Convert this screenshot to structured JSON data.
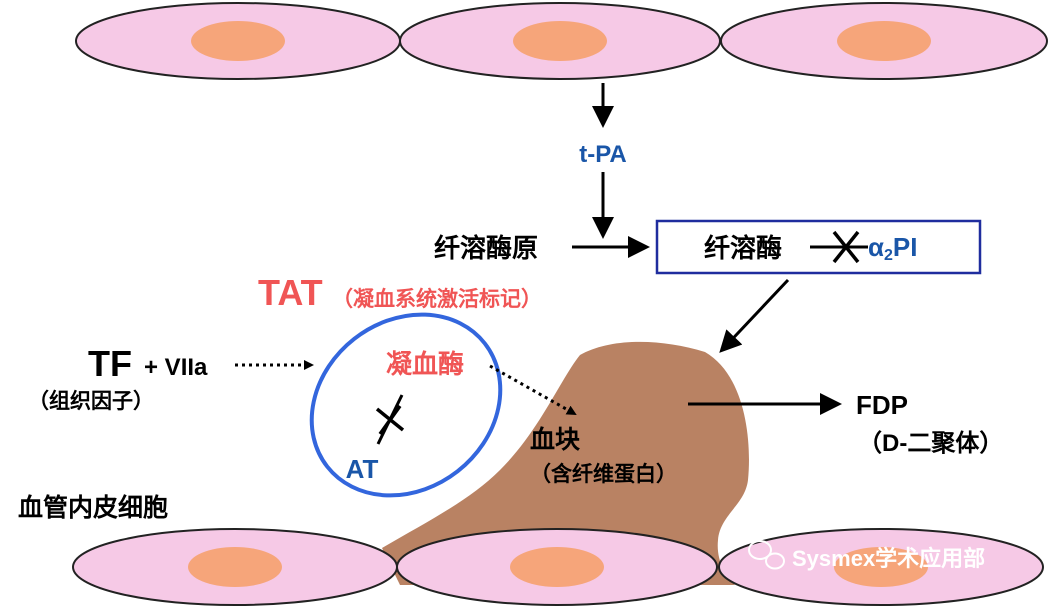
{
  "colors": {
    "cell_fill": "#f6c9e6",
    "cell_stroke": "#222222",
    "nucleus": "#f6a57a",
    "clot": "#b98263",
    "tpa_text": "#1a56a8",
    "red_text": "#f05555",
    "ellipse_stroke": "#3366dd",
    "box_stroke": "#1f2d9e",
    "watermark": "#ffffff"
  },
  "labels": {
    "tpa": "t-PA",
    "plasminogen": "纤溶酶原",
    "plasmin": "纤溶酶",
    "alpha_prefix": "α",
    "alpha_sub": "2",
    "alpha_suffix": "PI",
    "tat": "TAT",
    "tat_note": "（凝血系统激活标记）",
    "tf": "TF",
    "viia": "+ VIIa",
    "tf_note": "（组织因子）",
    "thrombin": "凝血酶",
    "at": "AT",
    "clot": "血块",
    "clot_note": "（含纤维蛋白）",
    "fdp": "FDP",
    "fdp_note": "（D-二聚体）",
    "endothelial": "血管内皮细胞",
    "watermark": "Sysmex学术应用部"
  },
  "icons": {
    "wechat": "wechat-icon"
  }
}
